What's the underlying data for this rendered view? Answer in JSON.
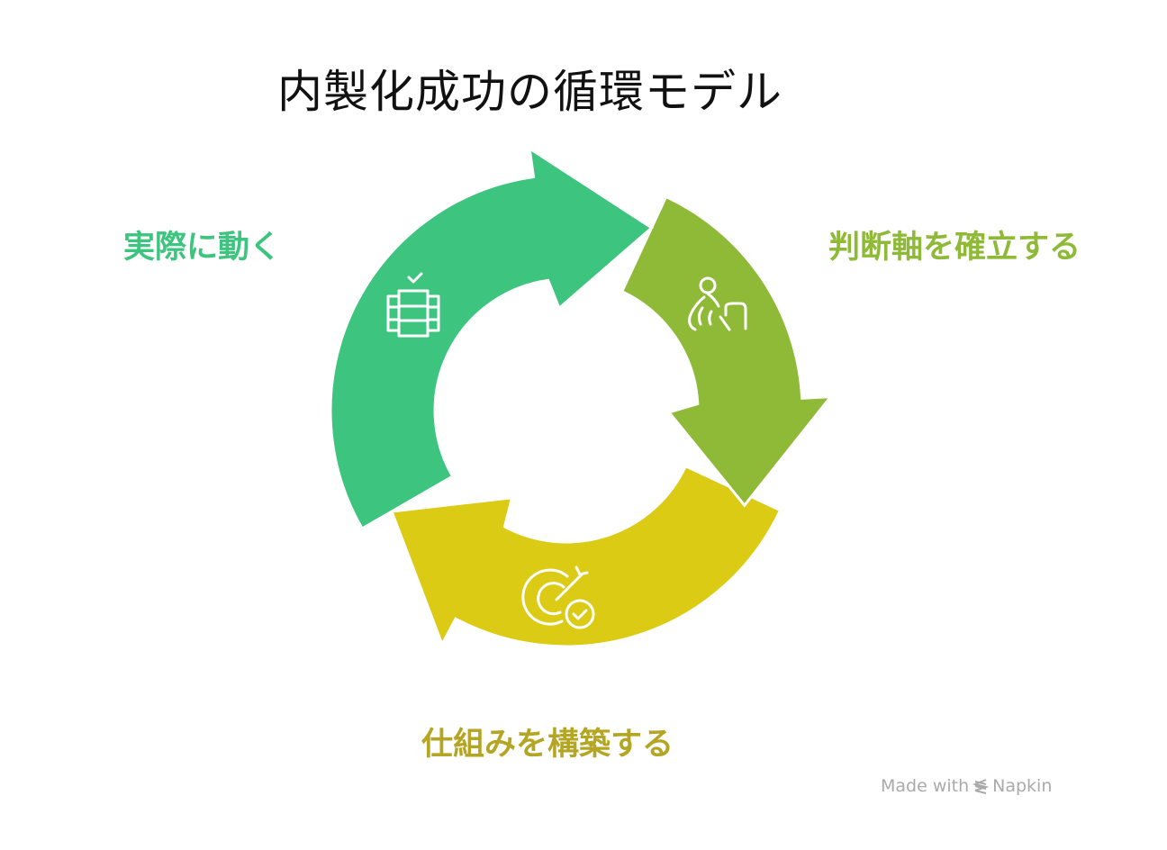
{
  "title": "内製化成功の循環モデル",
  "stages": [
    {
      "label": "実際に動く",
      "color": "#3dc47e",
      "icon": "checklist-server-icon"
    },
    {
      "label": "判断軸を確立する",
      "color": "#8fba38",
      "icon": "person-hand-gesture-icon"
    },
    {
      "label": "仕組みを構築する",
      "color": "#dccb14",
      "label_color": "#b4a522",
      "icon": "target-check-icon"
    }
  ],
  "watermark": {
    "prefix": "Made with",
    "brand": "Napkin"
  }
}
